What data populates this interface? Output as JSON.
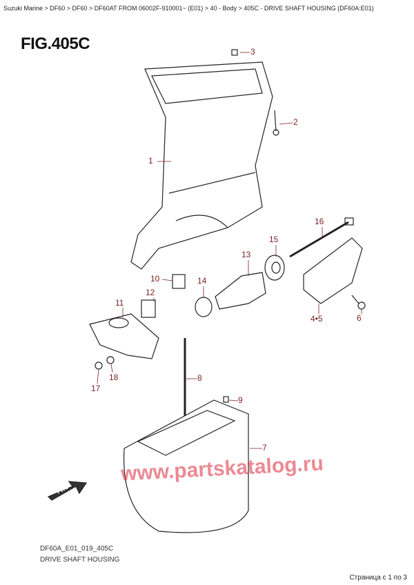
{
  "breadcrumb": "Suzuki Marine > DF60 > DF60 > DF60AT FROM 06002F-910001~ (E01) > 40 - Body > 405C - DRIVE SHAFT HOUSING (DF60A:E01)",
  "figure_title": "FIG.405C",
  "callouts": {
    "c1": "1",
    "c2": "2",
    "c3": "3",
    "c45": "4•5",
    "c6": "6",
    "c7": "7",
    "c8": "8",
    "c9": "9",
    "c10": "10",
    "c11": "11",
    "c12": "12",
    "c13": "13",
    "c14": "14",
    "c15": "15",
    "c16": "16",
    "c17": "17",
    "c18": "18"
  },
  "drawing_code": "DF60A_E01_019_405C",
  "drawing_title": "DRIVE SHAFT HOUSING",
  "fwd_label": "FWD",
  "watermark": "www.partskatalog.ru",
  "pager": "Страница с 1 по 3",
  "colors": {
    "callout": "#7a1f1f",
    "watermark": "#dc283c"
  }
}
